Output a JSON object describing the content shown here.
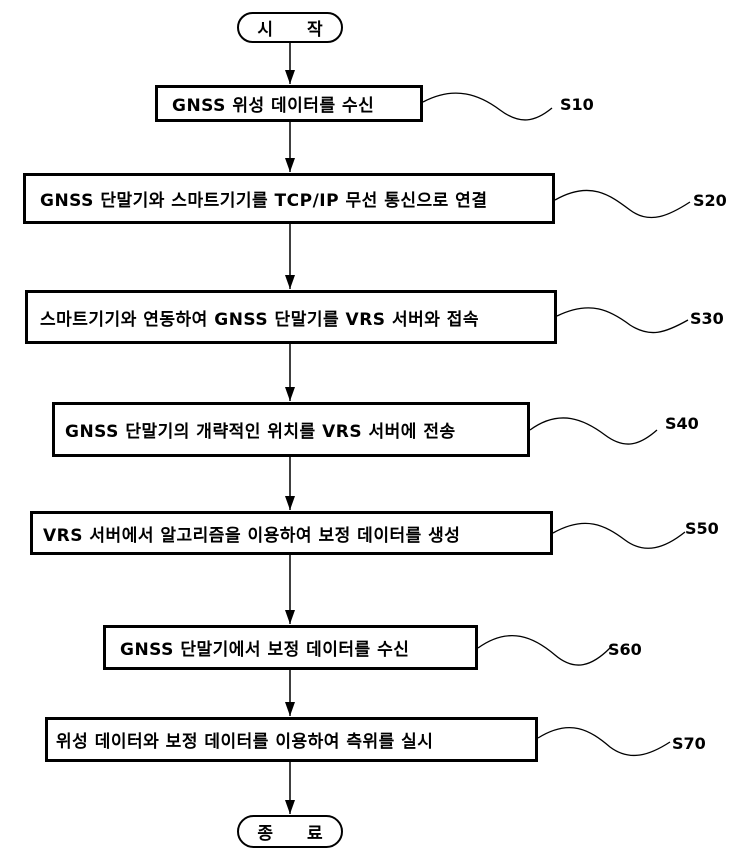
{
  "flowchart": {
    "start": "시  작",
    "end": "종  료",
    "steps": [
      {
        "id": "S10",
        "text": "GNSS 위성 데이터를 수신"
      },
      {
        "id": "S20",
        "text": "GNSS 단말기와 스마트기기를 TCP/IP 무선 통신으로 연결"
      },
      {
        "id": "S30",
        "text": "스마트기기와 연동하여 GNSS 단말기를 VRS 서버와 접속"
      },
      {
        "id": "S40",
        "text": "GNSS 단말기의 개략적인 위치를 VRS 서버에 전송"
      },
      {
        "id": "S50",
        "text": "VRS 서버에서 알고리즘을 이용하여 보정 데이터를 생성"
      },
      {
        "id": "S60",
        "text": "GNSS 단말기에서 보정 데이터를 수신"
      },
      {
        "id": "S70",
        "text": "위성 데이터와 보정 데이터를 이용하여 측위를 실시"
      }
    ]
  }
}
